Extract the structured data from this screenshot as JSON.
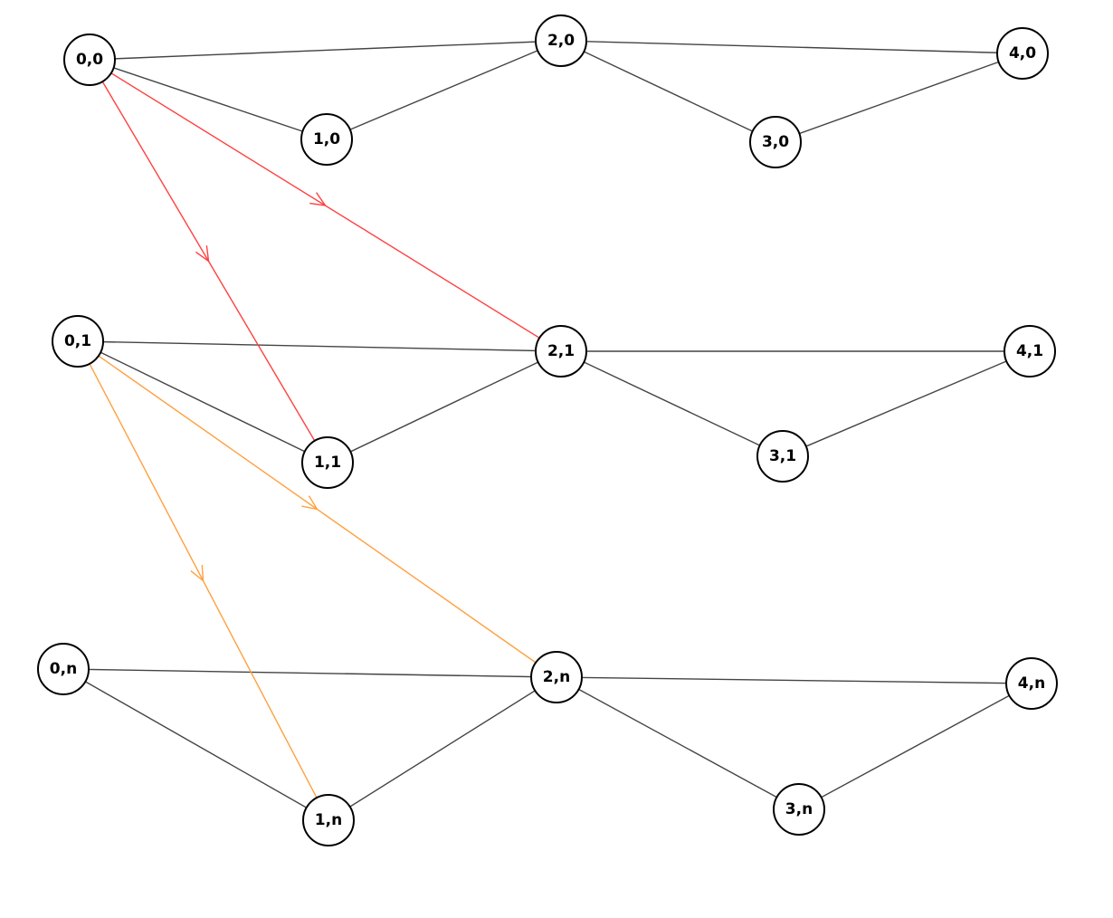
{
  "colors": {
    "background": "#ffffff",
    "edge": "#444444",
    "node_stroke": "#000000",
    "red_edge": "#ff4040",
    "orange_edge": "#ffa040"
  },
  "nodes": [
    {
      "id": "0,0",
      "label": "0,0"
    },
    {
      "id": "1,0",
      "label": "1,0"
    },
    {
      "id": "2,0",
      "label": "2,0"
    },
    {
      "id": "3,0",
      "label": "3,0"
    },
    {
      "id": "4,0",
      "label": "4,0"
    },
    {
      "id": "0,1",
      "label": "0,1"
    },
    {
      "id": "1,1",
      "label": "1,1"
    },
    {
      "id": "2,1",
      "label": "2,1"
    },
    {
      "id": "3,1",
      "label": "3,1"
    },
    {
      "id": "4,1",
      "label": "4,1"
    },
    {
      "id": "0,n",
      "label": "0,n"
    },
    {
      "id": "1,n",
      "label": "1,n"
    },
    {
      "id": "2,n",
      "label": "2,n"
    },
    {
      "id": "3,n",
      "label": "3,n"
    },
    {
      "id": "4,n",
      "label": "4,n"
    }
  ],
  "edges": [
    {
      "from": "0,0",
      "to": "2,0",
      "kind": "plain"
    },
    {
      "from": "0,0",
      "to": "1,0",
      "kind": "plain"
    },
    {
      "from": "1,0",
      "to": "2,0",
      "kind": "plain"
    },
    {
      "from": "2,0",
      "to": "4,0",
      "kind": "plain"
    },
    {
      "from": "2,0",
      "to": "3,0",
      "kind": "plain"
    },
    {
      "from": "3,0",
      "to": "4,0",
      "kind": "plain"
    },
    {
      "from": "0,1",
      "to": "2,1",
      "kind": "plain"
    },
    {
      "from": "0,1",
      "to": "1,1",
      "kind": "plain"
    },
    {
      "from": "1,1",
      "to": "2,1",
      "kind": "plain"
    },
    {
      "from": "2,1",
      "to": "4,1",
      "kind": "plain"
    },
    {
      "from": "2,1",
      "to": "3,1",
      "kind": "plain"
    },
    {
      "from": "3,1",
      "to": "4,1",
      "kind": "plain"
    },
    {
      "from": "0,n",
      "to": "2,n",
      "kind": "plain"
    },
    {
      "from": "0,n",
      "to": "1,n",
      "kind": "plain"
    },
    {
      "from": "1,n",
      "to": "2,n",
      "kind": "plain"
    },
    {
      "from": "2,n",
      "to": "4,n",
      "kind": "plain"
    },
    {
      "from": "2,n",
      "to": "3,n",
      "kind": "plain"
    },
    {
      "from": "3,n",
      "to": "4,n",
      "kind": "plain"
    },
    {
      "from": "0,0",
      "to": "1,1",
      "kind": "red",
      "directed": true
    },
    {
      "from": "0,0",
      "to": "2,1",
      "kind": "red",
      "directed": true
    },
    {
      "from": "0,1",
      "to": "1,n",
      "kind": "orange",
      "directed": true
    },
    {
      "from": "0,1",
      "to": "2,n",
      "kind": "orange",
      "directed": true
    }
  ]
}
